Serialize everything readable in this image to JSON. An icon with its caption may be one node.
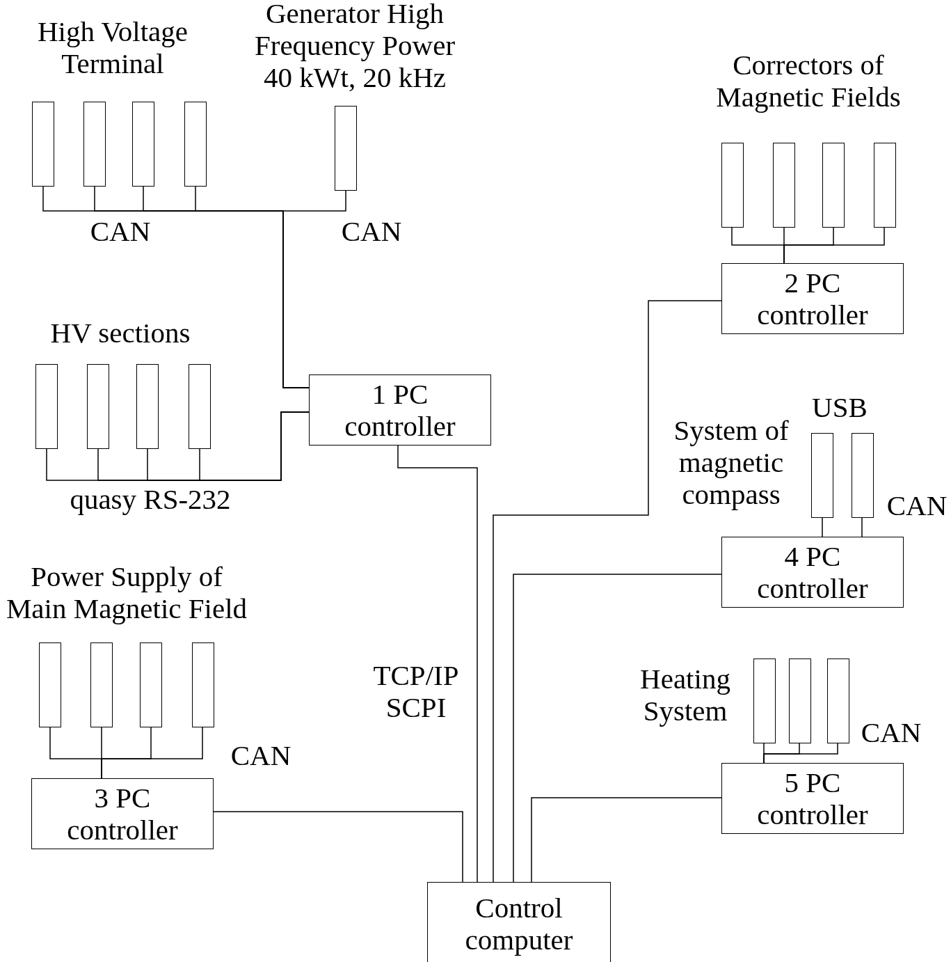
{
  "diagram": {
    "nodes": [
      {
        "text": [],
        "shape": "box"
      },
      {
        "text": [],
        "shape": "box"
      },
      {
        "text": [],
        "shape": "box"
      },
      {
        "text": [],
        "shape": "box"
      },
      {
        "text": [],
        "shape": "box"
      },
      {
        "text": [],
        "shape": "box"
      },
      {
        "text": [],
        "shape": "box"
      },
      {
        "text": [],
        "shape": "box"
      },
      {
        "text": [],
        "shape": "box"
      },
      {
        "text": [
          "2 PC controller"
        ]
      },
      {
        "text": [],
        "shape": "box"
      },
      {
        "text": [],
        "shape": "box"
      },
      {
        "text": [],
        "shape": "box"
      },
      {
        "text": [],
        "shape": "box"
      },
      {
        "text": [
          "1 PC controller"
        ]
      },
      {
        "text": [],
        "shape": "box"
      },
      {
        "text": [],
        "shape": "box"
      },
      {
        "text": [
          "4 PC controller"
        ]
      },
      {
        "text": [],
        "shape": "box"
      },
      {
        "text": [],
        "shape": "box"
      },
      {
        "text": [],
        "shape": "box"
      },
      {
        "text": [],
        "shape": "box"
      },
      {
        "text": [],
        "shape": "box"
      },
      {
        "text": [],
        "shape": "box"
      },
      {
        "text": [],
        "shape": "box"
      },
      {
        "text": [
          "5 PC controller"
        ]
      },
      {
        "text": [
          "3 PC controller"
        ]
      },
      {
        "text": [
          "Control computer"
        ]
      }
    ],
    "edges": [
      {
        "from": 0,
        "to": 14,
        "arrow": "none"
      },
      {
        "from": 1,
        "to": 14,
        "arrow": "none"
      },
      {
        "from": 2,
        "to": 14,
        "arrow": "none"
      },
      {
        "from": 3,
        "to": 14,
        "arrow": "none"
      },
      {
        "from": 4,
        "to": 14,
        "arrow": "none"
      },
      {
        "from": 5,
        "to": 9,
        "arrow": "none"
      },
      {
        "from": 6,
        "to": 9,
        "arrow": "none"
      },
      {
        "from": 7,
        "to": 9,
        "arrow": "none"
      },
      {
        "from": 8,
        "to": 9,
        "arrow": "none"
      },
      {
        "from": 9,
        "to": 27,
        "arrow": "none"
      },
      {
        "from": 10,
        "to": 14,
        "arrow": "none"
      },
      {
        "from": 11,
        "to": 14,
        "arrow": "none"
      },
      {
        "from": 12,
        "to": 14,
        "arrow": "none"
      },
      {
        "from": 13,
        "to": 14,
        "arrow": "none"
      },
      {
        "from": 14,
        "to": 27,
        "arrow": "none"
      },
      {
        "from": 15,
        "to": 17,
        "arrow": "none"
      },
      {
        "from": 16,
        "to": 17,
        "arrow": "none"
      },
      {
        "from": 17,
        "to": 27,
        "arrow": "none"
      },
      {
        "from": 18,
        "to": 26,
        "arrow": "none"
      },
      {
        "from": 19,
        "to": 26,
        "arrow": "none"
      },
      {
        "from": 20,
        "to": 26,
        "arrow": "none"
      },
      {
        "from": 21,
        "to": 26,
        "arrow": "none"
      },
      {
        "from": 26,
        "to": 27,
        "arrow": "none"
      },
      {
        "from": 22,
        "to": 25,
        "arrow": "none"
      },
      {
        "from": 23,
        "to": 25,
        "arrow": "none"
      },
      {
        "from": 24,
        "to": 25,
        "arrow": "none"
      },
      {
        "from": 25,
        "to": 27,
        "arrow": "none"
      }
    ],
    "labels": [
      "Generator High Frequency Power 40 kWt, 20 kHz",
      "High Voltage Terminal",
      "Correctors of Magnetic Fields",
      "CAN",
      "CAN",
      "HV sections",
      "USB",
      "System of magnetic compass",
      "quasy RS-232",
      "CAN",
      "Power Supply of Main Magnetic Field",
      "TCP/IP SCPI",
      "Heating System",
      "CAN",
      "CAN"
    ]
  }
}
